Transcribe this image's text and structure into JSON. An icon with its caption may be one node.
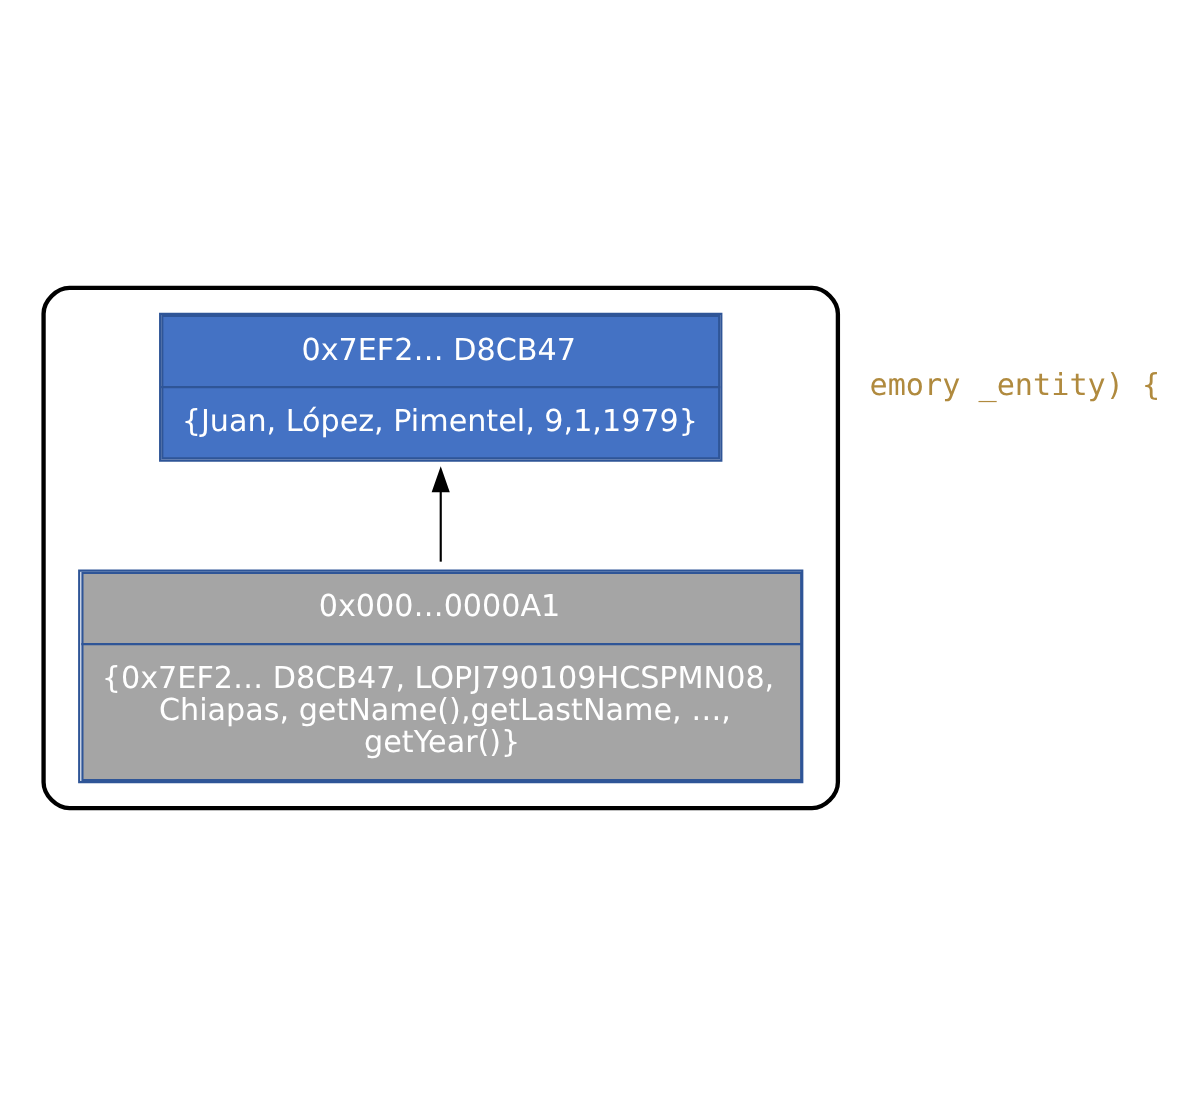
{
  "diagram": {
    "nodes": [
      {
        "text": [],
        "shape": "cloud"
      },
      {
        "text": [
          "0x7EF2… D8CB47",
          "{Juan, López, Pimentel, 9,1,1979}"
        ],
        "in": 0
      },
      {
        "text": [
          "0x000…0000A1",
          "{0x7EF2… D8CB47, LOPJ790109HCSPMN08, Chiapas, getName(),getLastName, …, getYear()}"
        ],
        "in": 0
      }
    ],
    "edges": [
      {
        "from": 2,
        "to": 1,
        "arrow": "to"
      }
    ],
    "labels": [
      "emory _entity) {"
    ]
  }
}
